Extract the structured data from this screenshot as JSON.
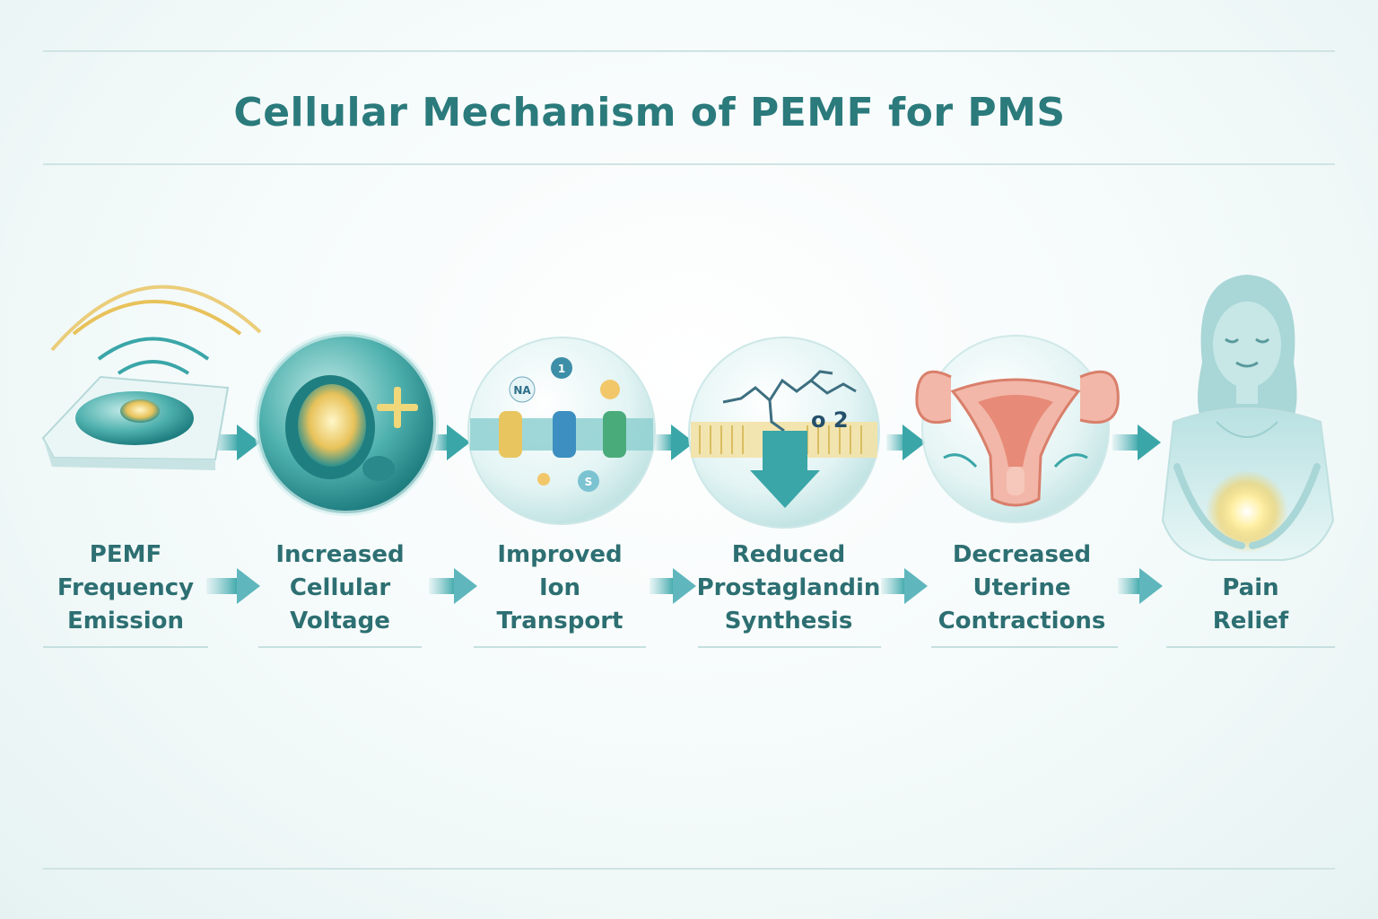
{
  "title": "Cellular Mechanism of PEMF for PMS",
  "steps": [
    {
      "lines": [
        "PEMF",
        "Frequency",
        "Emission"
      ],
      "icon": "pemf-device-icon"
    },
    {
      "lines": [
        "Increased",
        "Cellular",
        "Voltage"
      ],
      "icon": "charged-cell-icon"
    },
    {
      "lines": [
        "Improved",
        "Ion",
        "Transport"
      ],
      "icon": "ion-channel-icon"
    },
    {
      "lines": [
        "Reduced",
        "Prostaglandin",
        "Synthesis"
      ],
      "icon": "prostaglandin-molecule-icon"
    },
    {
      "lines": [
        "Decreased",
        "Uterine",
        "Contractions"
      ],
      "icon": "uterus-icon"
    },
    {
      "lines": [
        "Pain",
        "Relief"
      ],
      "icon": "relieved-woman-icon"
    }
  ],
  "ion_labels": [
    "NA",
    "1",
    "S"
  ],
  "molecule_label": "o 2",
  "colors": {
    "title": "#2b7a7c",
    "label": "#2d6f72",
    "arrow": "#5fb7bd",
    "teal": "#3aa6a8",
    "gold": "#e8c25a",
    "uterus": "#e89a88"
  }
}
